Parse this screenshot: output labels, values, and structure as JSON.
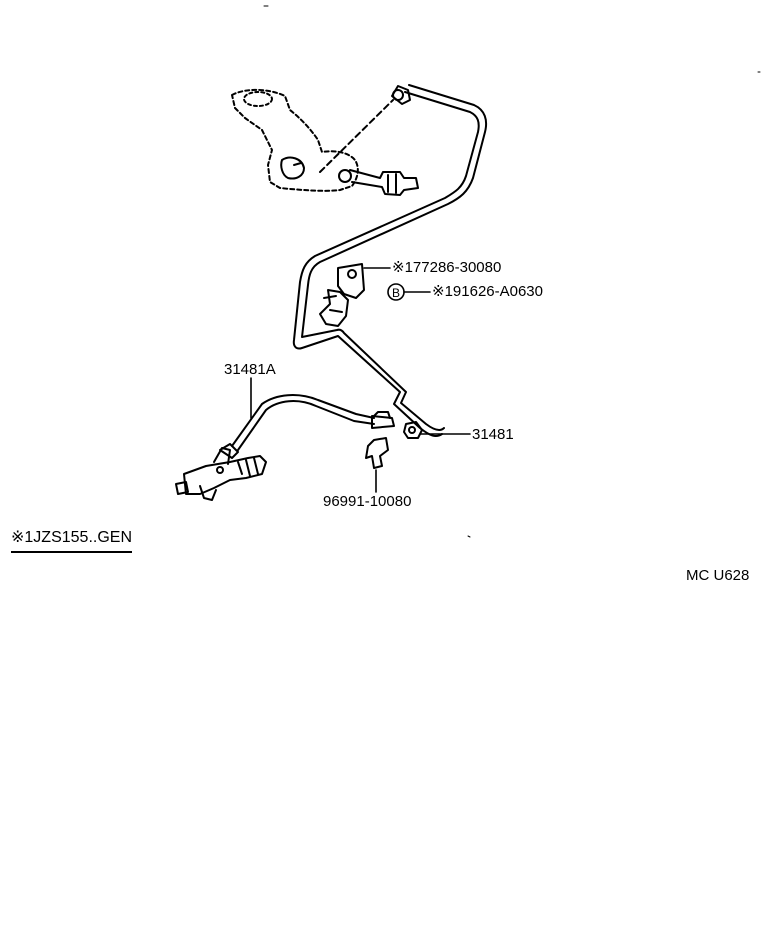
{
  "callouts": {
    "clamp_part": "※177286-30080",
    "bolt_ref": "B",
    "bolt_part": "※191626-A0630",
    "hose_label": "31481A",
    "tube_label": "31481",
    "bracket_part": "96991-10080"
  },
  "footnote": "※1JZS155..GEN",
  "diagram_code": "MC  U628"
}
